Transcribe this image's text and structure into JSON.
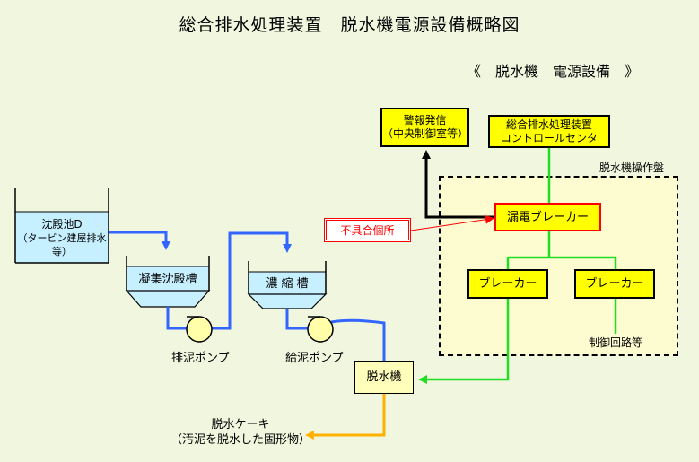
{
  "title": "総合排水処理装置　脱水機電源設備概略図",
  "subtitle": "《　脱水機　電源設備　》",
  "panel_label": "脱水機操作盤",
  "boxes": {
    "alarm_line1": "警報発信",
    "alarm_line2": "（中央制御室等）",
    "control_line1": "総合排水処理装置",
    "control_line2": "コントロールセンタ",
    "leak_breaker": "漏電ブレーカー",
    "breaker_left": "ブレーカー",
    "breaker_right": "ブレーカー",
    "dehydrator": "脱水機"
  },
  "defect_label": "不具合個所",
  "tanks": {
    "settling_line1": "沈殿池D",
    "settling_line2": "（タービン建屋排水等）",
    "coagulation": "凝集沈殿槽",
    "thickener": "濃 縮 槽"
  },
  "labels": {
    "discharge_pump": "排泥ポンプ",
    "feed_pump": "給泥ポンプ",
    "control_circuit": "制御回路等",
    "cake_line1": "脱水ケーキ",
    "cake_line2": "（汚泥を脱水した固形物）"
  },
  "colors": {
    "sludge_line": "#3366ff",
    "power_line": "#22dd22",
    "cake_line": "#ffb000",
    "alarm_line": "#000000",
    "defect": "#ff0000",
    "box_fill": "#ffff00",
    "water": "#c6f0ff"
  }
}
